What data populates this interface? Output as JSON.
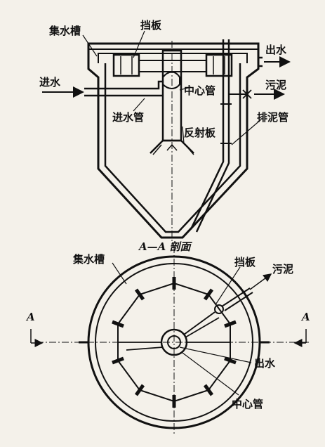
{
  "labels": {
    "collect_trough_top": "集水槽",
    "baffle_top": "挡板",
    "outlet_top": "出水",
    "inlet": "进水",
    "sludge_top": "污泥",
    "center_pipe_top": "中心管",
    "inlet_pipe": "进水管",
    "sludge_pipe": "排泥管",
    "reflector": "反射板",
    "section_title": "A—A 剖面",
    "collect_trough_bottom": "集水槽",
    "baffle_bottom": "挡板",
    "sludge_bottom": "污泥",
    "section_mark_left": "A",
    "section_mark_right": "A",
    "outlet_bottom": "出水",
    "center_pipe_bottom": "中心管"
  },
  "colors": {
    "ink": "#111111",
    "paper": "#f4f1ea"
  }
}
